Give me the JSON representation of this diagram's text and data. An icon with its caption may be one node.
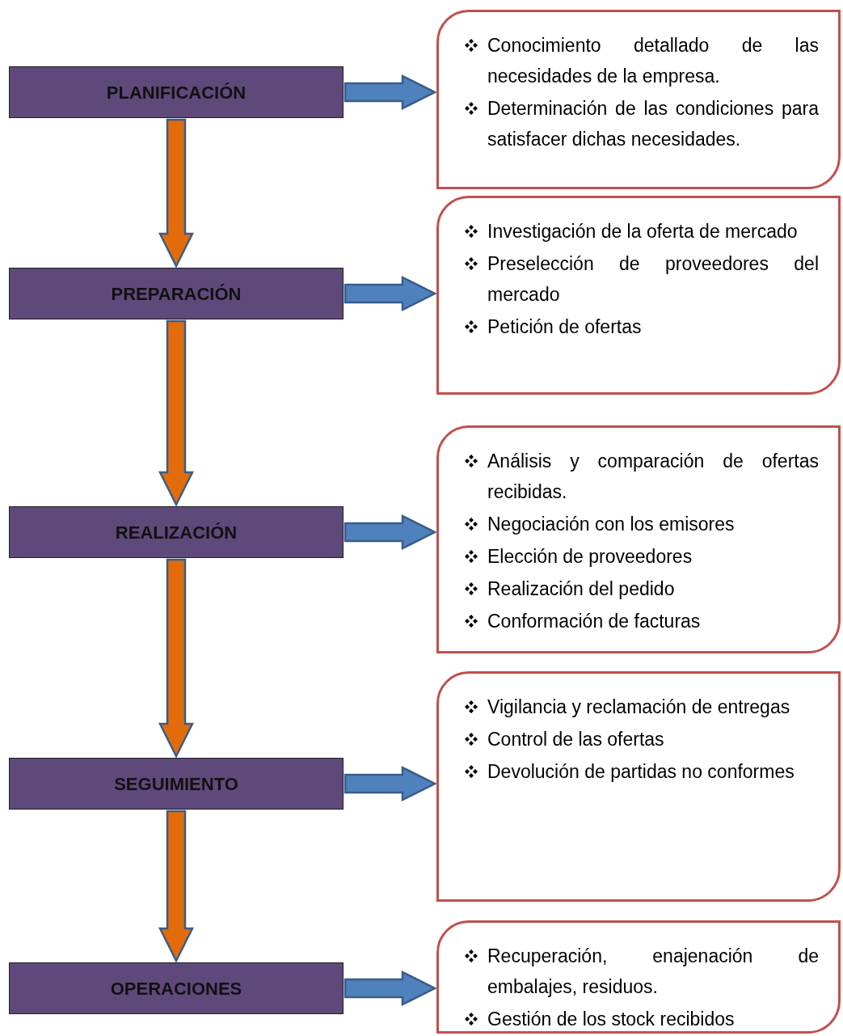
{
  "diagram": {
    "nodes": [
      {
        "text": [
          "PLANIFICACIÓN"
        ]
      },
      {
        "text": [
          "Conocimiento detallado de las necesidades de la empresa.",
          "Determinación de las condiciones para satisfacer dichas necesidades."
        ]
      },
      {
        "text": [
          "PREPARACIÓN"
        ]
      },
      {
        "text": [
          "Investigación de la oferta de mercado",
          "Preselección de proveedores del mercado",
          "Petición de ofertas"
        ]
      },
      {
        "text": [
          "REALIZACIÓN"
        ]
      },
      {
        "text": [
          "Análisis y comparación de ofertas recibidas.",
          "Negociación con los emisores",
          "Elección de proveedores",
          "Realización del pedido",
          "Conformación de facturas"
        ]
      },
      {
        "text": [
          "SEGUIMIENTO"
        ]
      },
      {
        "text": [
          "Vigilancia y reclamación de entregas",
          "Control de las ofertas",
          "Devolución de partidas no conformes"
        ]
      },
      {
        "text": [
          "OPERACIONES"
        ]
      },
      {
        "text": [
          "Recuperación, enajenación de embalajes, residuos.",
          "Gestión de los stock recibidos"
        ]
      }
    ],
    "edges": [
      {
        "from": 0,
        "to": 1,
        "arrow": "to",
        "style": "thick",
        "color": "#4f81bd"
      },
      {
        "from": 0,
        "to": 2,
        "arrow": "to",
        "style": "thick",
        "color": "#e36c0a"
      },
      {
        "from": 2,
        "to": 3,
        "arrow": "to",
        "style": "thick",
        "color": "#4f81bd"
      },
      {
        "from": 2,
        "to": 4,
        "arrow": "to",
        "style": "thick",
        "color": "#e36c0a"
      },
      {
        "from": 4,
        "to": 5,
        "arrow": "to",
        "style": "thick",
        "color": "#4f81bd"
      },
      {
        "from": 4,
        "to": 6,
        "arrow": "to",
        "style": "thick",
        "color": "#e36c0a"
      },
      {
        "from": 6,
        "to": 7,
        "arrow": "to",
        "style": "thick",
        "color": "#4f81bd"
      },
      {
        "from": 6,
        "to": 8,
        "arrow": "to",
        "style": "thick",
        "color": "#e36c0a"
      },
      {
        "from": 8,
        "to": 9,
        "arrow": "to",
        "style": "thick",
        "color": "#4f81bd"
      }
    ]
  }
}
